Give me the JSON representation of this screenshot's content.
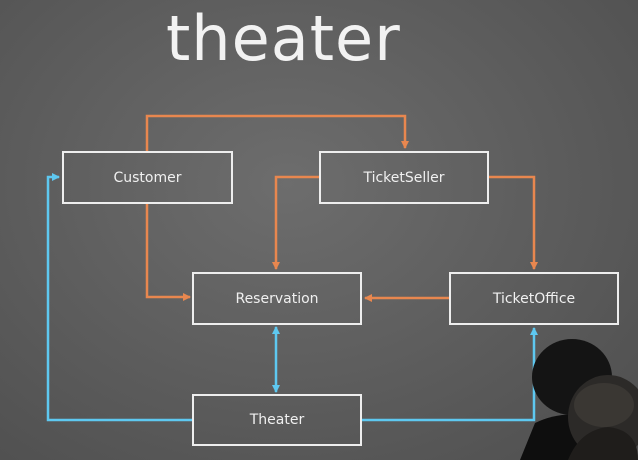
{
  "title": "theater",
  "nodes": {
    "customer": "Customer",
    "ticketseller": "TicketSeller",
    "reservation": "Reservation",
    "ticketoffice": "TicketOffice",
    "theater": "Theater"
  },
  "colors": {
    "dependency_arrow": "#e8874f",
    "association_arrow": "#5ec8f0"
  }
}
